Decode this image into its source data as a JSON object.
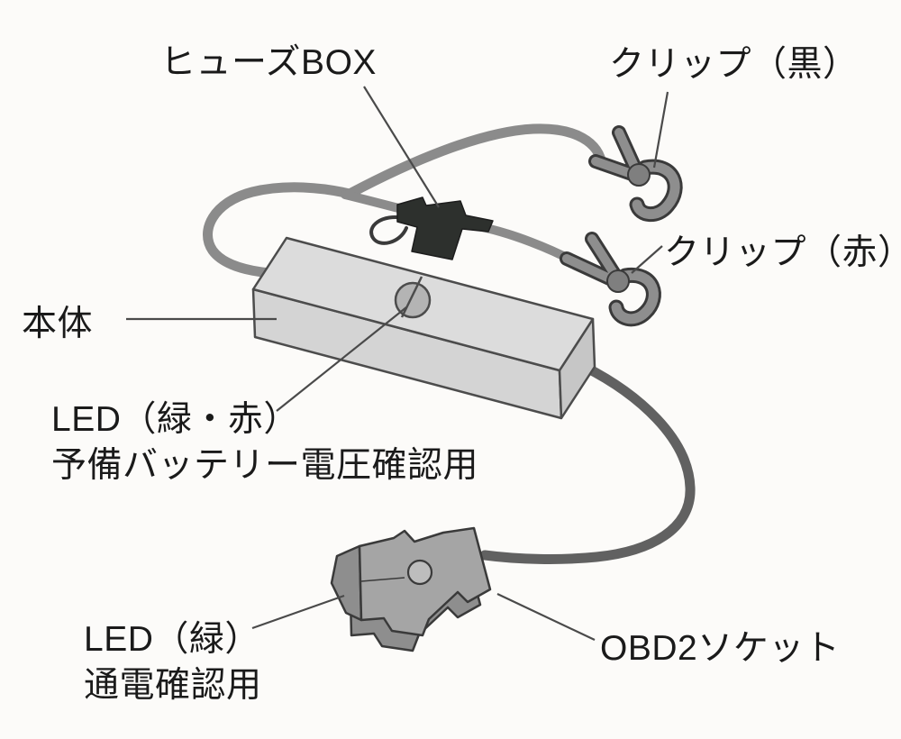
{
  "diagram": {
    "labels": {
      "fuse_box": "ヒューズBOX",
      "clip_black": "クリップ（黒）",
      "clip_red": "クリップ（赤）",
      "body": "本体",
      "led_green_red_line1": "LED（緑・赤）",
      "led_green_red_line2": "予備バッテリー電圧確認用",
      "led_green_line1": "LED（緑）",
      "led_green_line2": "通電確認用",
      "obd2_socket": "OBD2ソケット"
    },
    "colors": {
      "background": "#fcfbf9",
      "text": "#1a1a1a",
      "leader": "#4a4a4a",
      "outline": "#4c4c4c",
      "dark_outline": "#3a3a3a",
      "wire_upper": "#8b8b8b",
      "wire_lower": "#616161",
      "body_top": "#dcdcdc",
      "body_front": "#d4d4d4",
      "body_end": "#c6c6c6",
      "screw": "#b4b4b4",
      "fuse": "#2d302d",
      "fuse_edge": "#1d1d1d",
      "clip": "#8e8e8e",
      "clip_pivot": "#7f7f7f",
      "socket_top": "#a5a5a5",
      "socket_side": "#8e8e8e",
      "socket_led": "#bdbdbd"
    }
  }
}
